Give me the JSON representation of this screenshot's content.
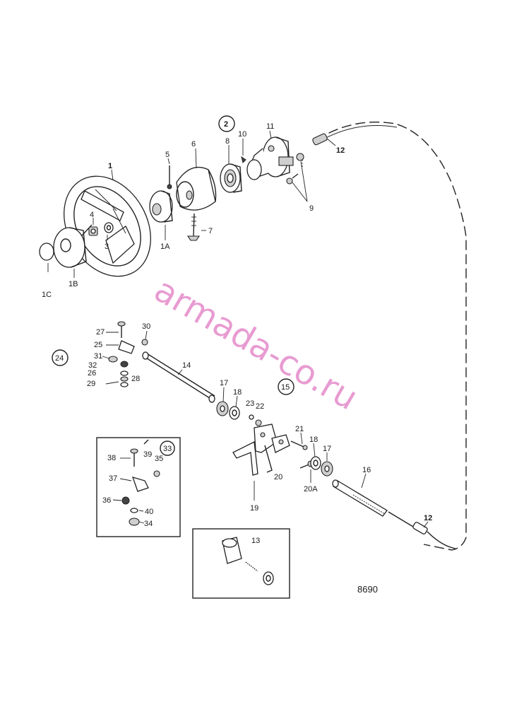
{
  "labels": {
    "p1": "1",
    "p1a": "1A",
    "p1b": "1B",
    "p1c": "1C",
    "p2": "2",
    "p3": "3",
    "p4": "4",
    "p5": "5",
    "p6": "6",
    "p7": "7",
    "p8": "8",
    "p9": "9",
    "p10": "10",
    "p11": "11",
    "p12a": "12",
    "p12b": "12",
    "p13": "13",
    "p14": "14",
    "p15": "15",
    "p16": "16",
    "p17a": "17",
    "p17b": "17",
    "p18a": "18",
    "p18b": "18",
    "p19": "19",
    "p20": "20",
    "p20a": "20A",
    "p21": "21",
    "p22": "22",
    "p23": "23",
    "p24": "24",
    "p25": "25",
    "p26": "26",
    "p27": "27",
    "p28": "28",
    "p29": "29",
    "p30": "30",
    "p31": "31",
    "p32": "32",
    "p33": "33",
    "p34": "34",
    "p35": "35",
    "p36": "36",
    "p37": "37",
    "p38": "38",
    "p39": "39",
    "p40": "40"
  },
  "drawing_number": "8690",
  "watermark": "armada-co.ru",
  "colors": {
    "watermark": "#e58ac9",
    "ink": "#222222"
  }
}
